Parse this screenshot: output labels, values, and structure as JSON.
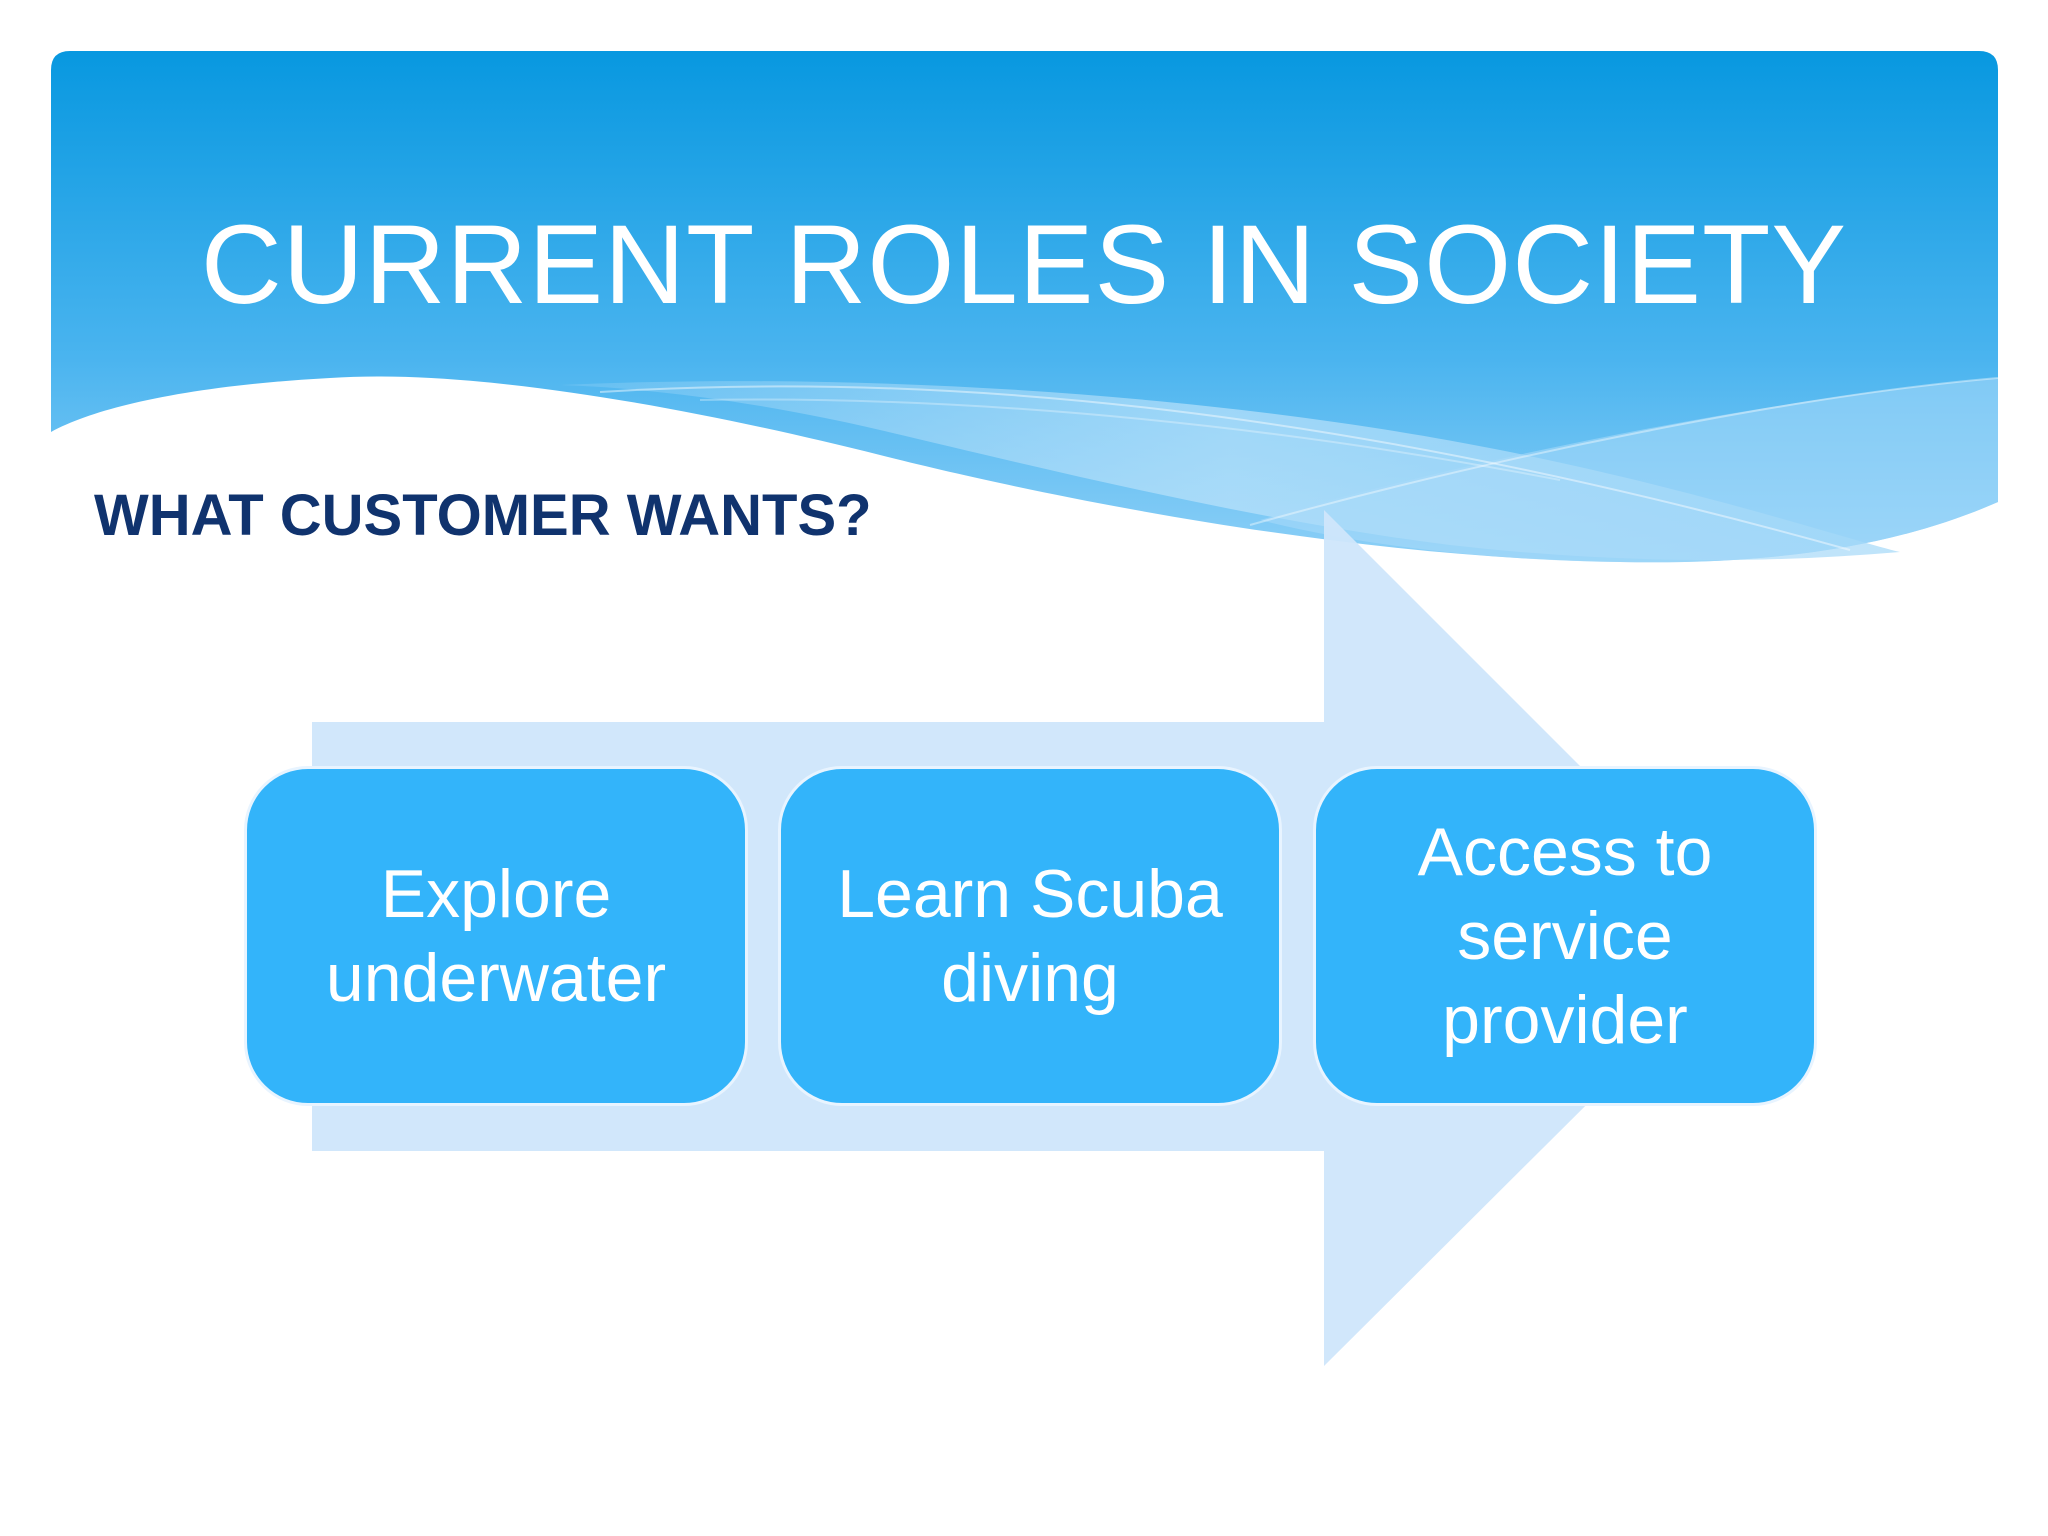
{
  "slide": {
    "title": "CURRENT ROLES IN SOCIETY",
    "subtitle": "WHAT CUSTOMER WANTS?"
  },
  "process": {
    "steps": [
      {
        "label": "Explore underwater"
      },
      {
        "label": "Learn Scuba diving"
      },
      {
        "label": "Access to service provider"
      }
    ]
  },
  "colors": {
    "header_top": "#0898e0",
    "header_bottom": "#8ed0f7",
    "arrow": "#cfe6fb",
    "box_fill": "#33b4fa",
    "subtitle_text": "#10336e"
  }
}
